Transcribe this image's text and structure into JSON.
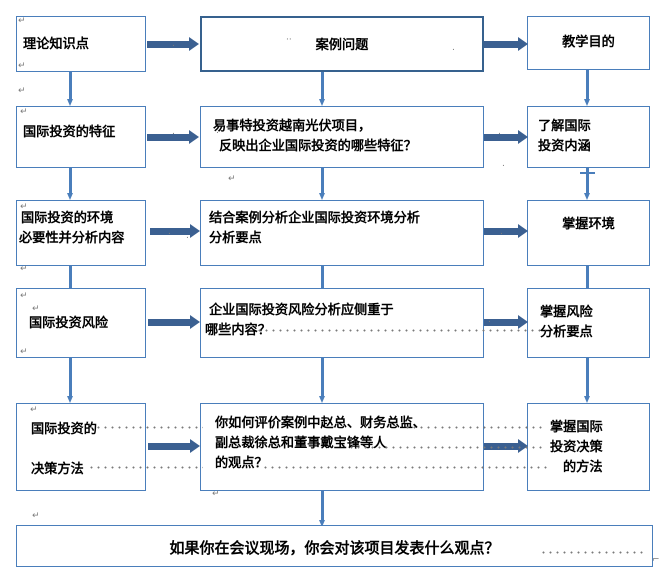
{
  "document": {
    "type": "flowchart",
    "title": "案例教学流程图",
    "columns": [
      "理论知识点",
      "案例问题",
      "教学目的"
    ]
  },
  "colors": {
    "box_border": "#4A7EBB",
    "box_border_thick": "#36618E",
    "h_arrow": "#3B6091",
    "v_arrow": "#4A7EBB",
    "text": "#000000",
    "leader_dots": "#7a7a7a",
    "background": "#FFFFFF"
  },
  "header_row": {
    "left": {
      "line1": "理论知识点"
    },
    "center": {
      "line1": "案例问题"
    },
    "right": {
      "line1": "教学目的"
    }
  },
  "rows": [
    {
      "id": "row-characteristics",
      "left": {
        "line1": "国际投资的特征"
      },
      "center": {
        "line1": "易事特投资越南光伏项目，",
        "line2": "反映出企业国际投资的哪些特征？"
      },
      "right": {
        "line1": "了解国际",
        "line2": "投资内涵"
      }
    },
    {
      "id": "row-environment",
      "left": {
        "line1": "国际投资的环境",
        "line2": "必要性并分析内容"
      },
      "center": {
        "line1": "结合案例分析企业国际投资环境分析",
        "line2": "分析要点"
      },
      "right": {
        "line1": "掌握环境"
      }
    },
    {
      "id": "row-risk",
      "left": {
        "line1": "国际投资风险"
      },
      "center": {
        "line1": "企业国际投资风险分析应侧重于",
        "line2": "哪些内容？"
      },
      "right": {
        "line1": "掌握风险",
        "line2": "分析要点"
      }
    },
    {
      "id": "row-decision",
      "left": {
        "line1": "国际投资的",
        "line2": "决策方法"
      },
      "center": {
        "line1": "你如何评价案例中赵总、财务总监、",
        "line2": "副总裁徐总和董事戴宝锋等人",
        "line3": "的观点？"
      },
      "right": {
        "line1": "掌握国际",
        "line2": "投资决策",
        "line3": "的方法"
      }
    }
  ],
  "bottom_banner": {
    "text": "如果你在会议现场，你会对该项目发表什么观点？"
  },
  "marks": {
    "pilcrow": "↵",
    "editmark": "⌐"
  }
}
